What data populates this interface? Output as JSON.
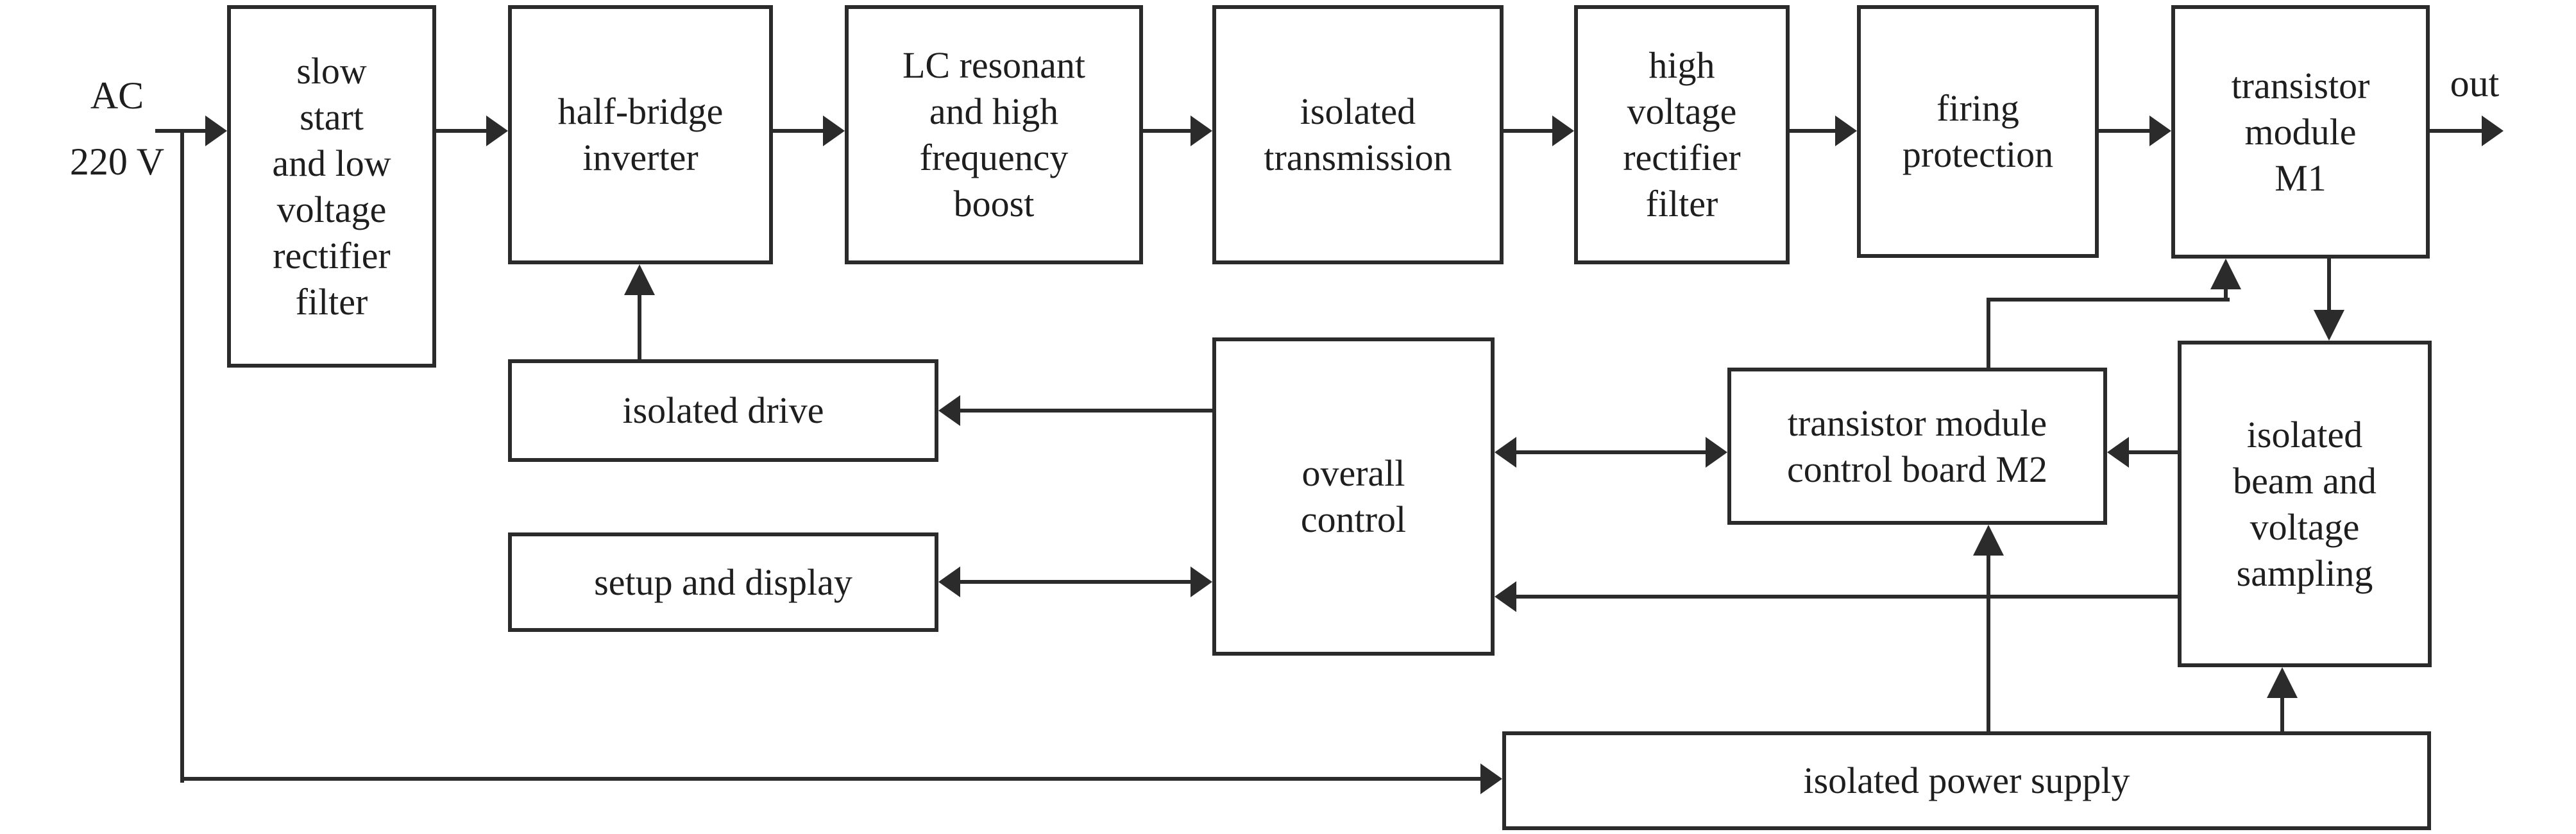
{
  "diagram": {
    "labels": {
      "source": "AC\n220 V",
      "output": "out"
    },
    "nodes": {
      "slow_start": "slow\nstart\nand low\nvoltage\nrectifier\nfilter",
      "half_bridge": "half-bridge\ninverter",
      "lc_boost": "LC resonant\nand high\nfrequency\nboost",
      "isolated_transmission": "isolated\ntransmission",
      "hv_rectifier": "high\nvoltage\nrectifier\nfilter",
      "firing_protection": "firing\nprotection",
      "transistor_m1": "transistor\nmodule\nM1",
      "isolated_drive": "isolated drive",
      "setup_display": "setup and display",
      "overall_control": "overall\ncontrol",
      "m2_board": "transistor module\ncontrol board M2",
      "sampling": "isolated\nbeam and\nvoltage\nsampling",
      "power_supply": "isolated power supply"
    },
    "colors": {
      "line": "#2b2b2b",
      "text": "#1e1e1e",
      "background": "#ffffff"
    },
    "connections": [
      {
        "from": "ac_source",
        "to": "slow_start",
        "type": "arrow"
      },
      {
        "from": "ac_source",
        "to": "power_supply",
        "type": "arrow"
      },
      {
        "from": "slow_start",
        "to": "half_bridge",
        "type": "arrow"
      },
      {
        "from": "half_bridge",
        "to": "lc_boost",
        "type": "arrow"
      },
      {
        "from": "lc_boost",
        "to": "isolated_transmission",
        "type": "arrow"
      },
      {
        "from": "isolated_transmission",
        "to": "hv_rectifier",
        "type": "arrow"
      },
      {
        "from": "hv_rectifier",
        "to": "firing_protection",
        "type": "arrow"
      },
      {
        "from": "firing_protection",
        "to": "transistor_m1",
        "type": "arrow"
      },
      {
        "from": "transistor_m1",
        "to": "out",
        "type": "arrow"
      },
      {
        "from": "isolated_drive",
        "to": "half_bridge",
        "type": "arrow"
      },
      {
        "from": "overall_control",
        "to": "isolated_drive",
        "type": "arrow"
      },
      {
        "from": "overall_control",
        "to": "setup_display",
        "type": "double-arrow"
      },
      {
        "from": "overall_control",
        "to": "m2_board",
        "type": "double-arrow"
      },
      {
        "from": "sampling",
        "to": "m2_board",
        "type": "arrow"
      },
      {
        "from": "m2_board",
        "to": "transistor_m1",
        "type": "arrow"
      },
      {
        "from": "transistor_m1",
        "to": "sampling",
        "type": "arrow"
      },
      {
        "from": "sampling",
        "to": "overall_control",
        "type": "arrow"
      },
      {
        "from": "power_supply",
        "to": "m2_board",
        "type": "arrow"
      },
      {
        "from": "power_supply",
        "to": "sampling",
        "type": "arrow"
      }
    ]
  }
}
